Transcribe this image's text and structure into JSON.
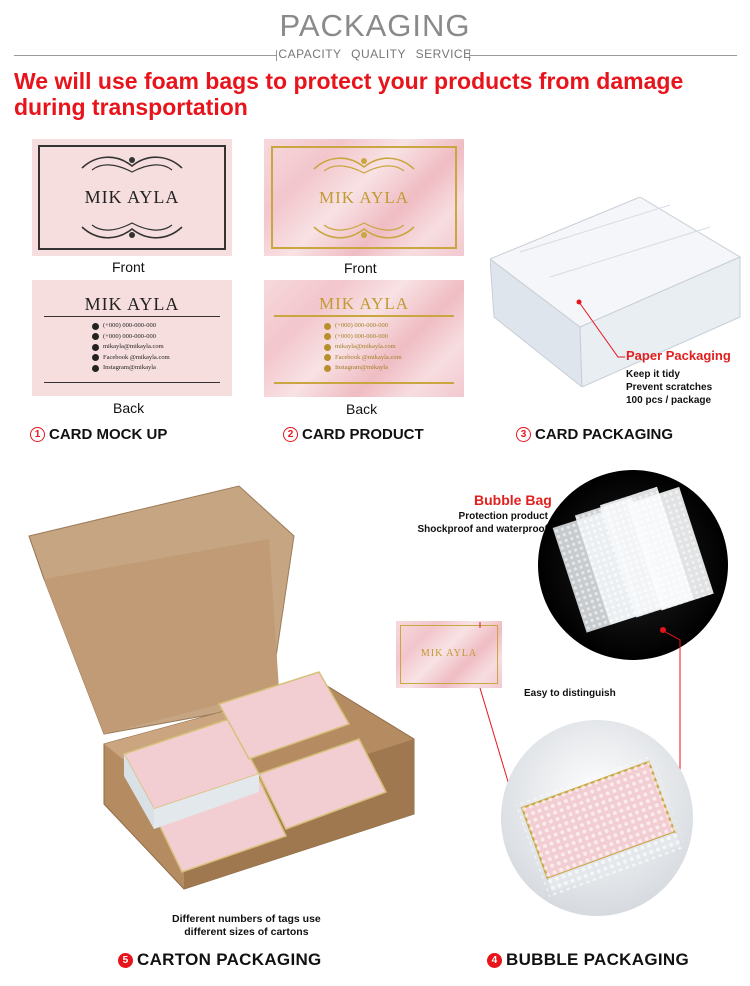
{
  "header": {
    "title": "PACKAGING",
    "subtitle": "CAPACITY  QUALITY  SERVICE"
  },
  "banner": {
    "line1": "We will use foam bags to protect your products from damage",
    "line2": "during transportation"
  },
  "cards": {
    "brand_name": "MIK AYLA",
    "front_label": "Front",
    "back_label": "Back",
    "contact_lines": [
      "(+000)  000-000-000",
      "(+000)  000-000-000",
      "mikayla@mikayla.com",
      "Facebook @mikayla.com",
      "Instagram@mikayla"
    ]
  },
  "sections": {
    "s1": {
      "number": "1",
      "label": "CARD MOCK UP"
    },
    "s2": {
      "number": "2",
      "label": "CARD PRODUCT"
    },
    "s3": {
      "number": "3",
      "label": "CARD PACKAGING"
    },
    "s4": {
      "number": "4",
      "label": "BUBBLE PACKAGING"
    },
    "s5": {
      "number": "5",
      "label": "CARTON PACKAGING"
    }
  },
  "paper_packaging": {
    "title": "Paper Packaging",
    "lines": [
      "Keep it tidy",
      "Prevent scratches",
      "100 pcs / package"
    ]
  },
  "bubble_bag": {
    "title": "Bubble Bag",
    "lines": [
      "Protection product",
      "Shockproof and waterproof"
    ],
    "distinguish": "Easy to distinguish"
  },
  "carton": {
    "note_line1": "Different numbers of tags use",
    "note_line2": "different sizes of cartons"
  },
  "colors": {
    "accent_red": "#e8141b",
    "card_pink": "#f7dede",
    "gold": "#c9a640"
  }
}
